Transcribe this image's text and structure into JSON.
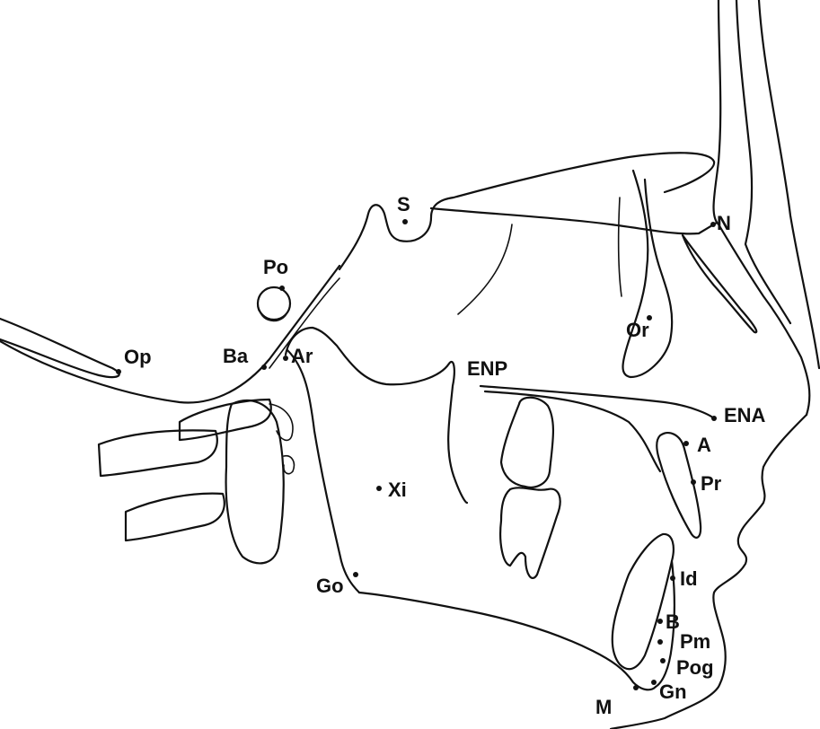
{
  "diagram": {
    "landmarks": {
      "S": "S",
      "N": "N",
      "Po": "Po",
      "Or": "Or",
      "Op": "Op",
      "Ba": "Ba",
      "Ar": "Ar",
      "ENP": "ENP",
      "ENA": "ENA",
      "A": "A",
      "Pr": "Pr",
      "Xi": "Xi",
      "Go": "Go",
      "Id": "Id",
      "B": "B",
      "Pm": "Pm",
      "Pog": "Pog",
      "Gn": "Gn",
      "M": "M"
    },
    "colors": {
      "ink": "#111111",
      "background": "#ffffff"
    }
  }
}
